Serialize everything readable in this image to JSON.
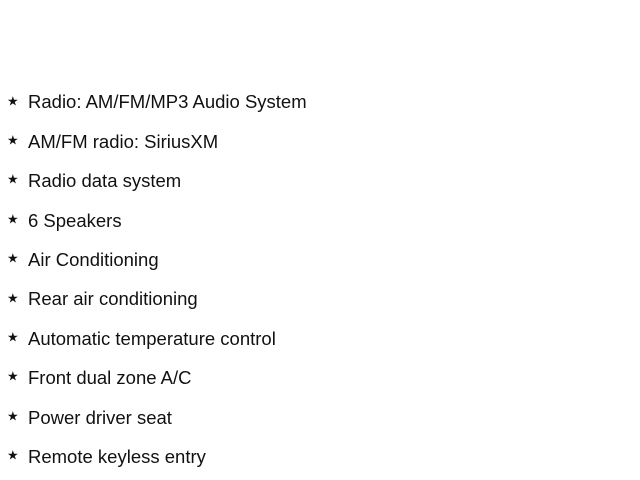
{
  "bullet_icon": "star-icon",
  "features": [
    "Radio: AM/FM/MP3 Audio System",
    "AM/FM radio: SiriusXM",
    "Radio data system",
    "6 Speakers",
    "Air Conditioning",
    "Rear air conditioning",
    "Automatic temperature control",
    "Front dual zone A/C",
    "Power driver seat",
    "Remote keyless entry"
  ]
}
